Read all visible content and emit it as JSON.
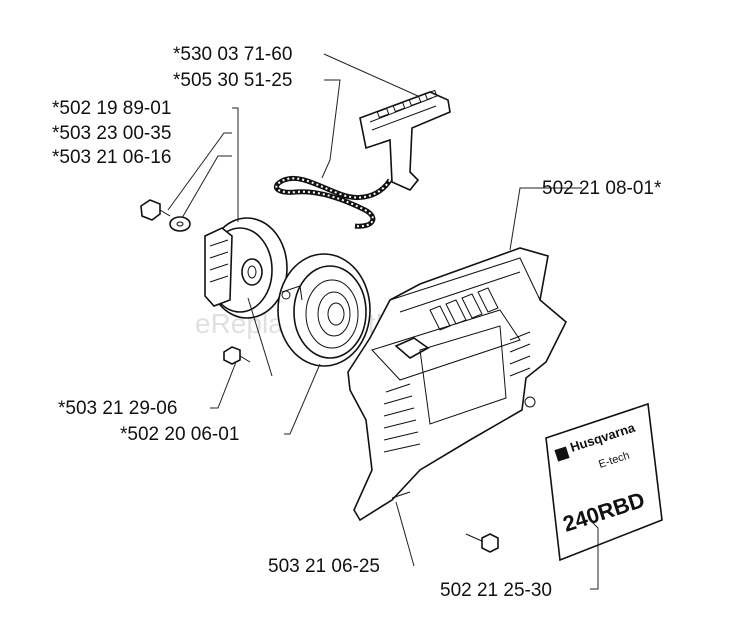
{
  "watermark": "eReplacementParts.com",
  "labels": {
    "p1": "*530 03 71-60",
    "p2": "*505 30 51-25",
    "p3": "*502 19 89-01",
    "p4": "*503 23 00-35",
    "p5": "*503 21 06-16",
    "p6": "502 21 08-01*",
    "p7": "*503 21 29-06",
    "p8": "*502 20 06-01",
    "p9": "503 21 06-25",
    "p10": "502 21 25-30"
  },
  "decal": {
    "brand": "Husqvarna",
    "subline": "E-tech",
    "model": "240RBD"
  }
}
